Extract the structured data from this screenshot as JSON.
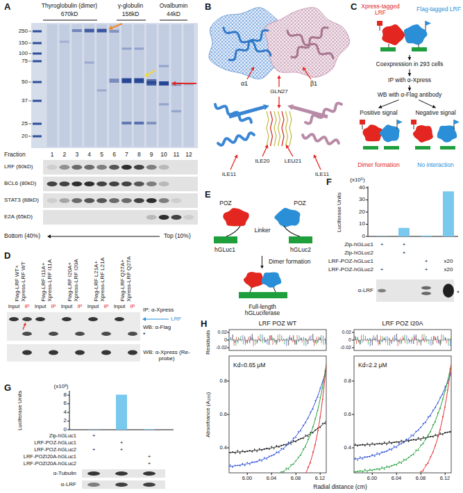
{
  "diagram": {
    "nodes": [
      {
        "text": [
          "Xpress-tagged LRF",
          "Flag-tagged LRF"
        ]
      },
      {
        "text": [
          "Coexpression in 293 cells"
        ]
      },
      {
        "text": [
          "IP with α-Xpress"
        ]
      },
      {
        "text": [
          "WB with α-Flag antibody"
        ]
      },
      {
        "text": [
          "Positive signal",
          "Dimer formation"
        ]
      },
      {
        "text": [
          "Negative signal",
          "No interaction"
        ]
      },
      {
        "text": [
          "POZ",
          "POZ",
          "Linker",
          "hGLuc1",
          "hGLuc2"
        ]
      },
      {
        "text": [
          "Full-length hGLuciferase"
        ]
      }
    ],
    "edges": [
      {
        "from": 0,
        "to": 1,
        "arrow": "to"
      },
      {
        "from": 1,
        "to": 2,
        "arrow": "to"
      },
      {
        "from": 2,
        "to": 3,
        "arrow": "to"
      },
      {
        "from": 3,
        "to": 4,
        "arrow": "to"
      },
      {
        "from": 3,
        "to": 5,
        "arrow": "to"
      },
      {
        "from": 6,
        "to": 7,
        "label": "Dimer formation",
        "arrow": "to"
      }
    ],
    "labels": [
      "A",
      "B",
      "C",
      "D",
      "E",
      "F",
      "G",
      "H",
      "Thyroglobulin (dimer)",
      "670kD",
      "γ-globulin",
      "158kD",
      "Ovalbumin",
      "44kD",
      "250",
      "150",
      "100",
      "75",
      "50",
      "37",
      "25",
      "20",
      "Fraction",
      "1",
      "2",
      "3",
      "4",
      "5",
      "6",
      "7",
      "8",
      "9",
      "10",
      "11",
      "12",
      "LRF (60kD)",
      "BCL6 (80kD)",
      "STAT3 (88kD)",
      "E2A (65kD)",
      "Bottom (40%)",
      "Top (10%)",
      "α1",
      "β1",
      "GLN27",
      "ILE20",
      "LEU21",
      "ILE11",
      "ILE11",
      "Flag-LRF WT+ Xpress-LRF WT",
      "Flag-LRF I11A+ Xpress-LRF I11A",
      "Flag-LRF I20A+ Xpress-LRF I20A",
      "Flag-LRF L21A+ Xpress-LRF L21A",
      "Flag-LRF Q27A+ Xpress-LRF Q27A",
      "Input",
      "IP",
      "Input",
      "IP",
      "Input",
      "IP",
      "Input",
      "IP",
      "Input",
      "IP",
      "IP: α-Xpress",
      "LRF",
      "WB: α-Flag",
      "*",
      "WB: α-Xpress (Re-probe)",
      "(x10⁵)",
      "Luciferase Units",
      "0",
      "10",
      "20",
      "30",
      "40",
      "Zip-hGLuc1",
      "Zip-hGLuc2",
      "LRF-POZ-hGLuc1",
      "LRF-POZ-hGLuc2",
      "+",
      "+",
      "+",
      "+",
      "x20",
      "+",
      "+",
      "x20",
      "α-LRF",
      "*",
      "(x10³)",
      "Luciferase Units",
      "0",
      "2",
      "4",
      "6",
      "8",
      "Zip-hGLuc1",
      "LRF-POZ-hGLuc1",
      "LRF-POZ-hGLuc2",
      "LRF-POZI20A-hGLuc1",
      "LRF-POZI20A-hGLuc2",
      "+",
      "+",
      "+",
      "+",
      "+",
      "+",
      "α-Tubulin",
      "α-LRF",
      "Residuals",
      "LRF POZ WT",
      "LRF POZ I20A",
      "Kd=0.65 μM",
      "Kd=2.2 μM",
      "Absorbance (A₂₈₀)",
      "Radial distance (cm)",
      "0.02",
      "0",
      "-0.02",
      "0.02",
      "0",
      "-0.02",
      "0.4",
      "0.6",
      "0.8",
      "0.4",
      "0.6",
      "0.8",
      "6.00",
      "6.04",
      "6.08",
      "6.12",
      "6.00",
      "6.04",
      "6.08",
      "6.12"
    ]
  }
}
